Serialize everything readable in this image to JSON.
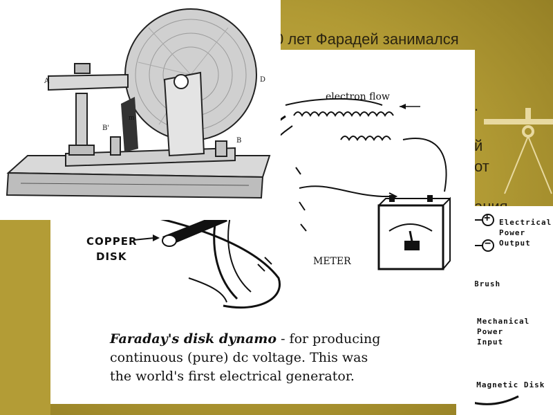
{
  "slide": {
    "title_fragment": "0 лет Фарадей занимался",
    "fragments": [
      ".",
      "й",
      "от",
      "ания"
    ]
  },
  "engraving": {
    "labels": {
      "a": "A",
      "d": "D",
      "m": "m",
      "b_prime": "B'",
      "b": "B"
    }
  },
  "dynamo_diagram": {
    "electron_flow": "electron flow",
    "copper_disk_line1": "COPPER",
    "copper_disk_line2": "DISK",
    "meter": "METER",
    "caption_bold": "Faraday's disk dynamo",
    "caption_rest": " - for producing",
    "caption_line2": "continuous (pure) dc voltage. This was",
    "caption_line3": "the world's first electrical generator."
  },
  "side_diagram": {
    "plus_symbol": "+",
    "minus_symbol": "−",
    "power_output": [
      "Electrical",
      "Power",
      "Output"
    ],
    "brush": "Brush",
    "mechanical_input": [
      "Mechanical",
      "Power",
      "Input"
    ],
    "magnetic_disk": "g Magnetic Disk"
  },
  "colors": {
    "slide_background": "#b09a33",
    "scale_icon": "#e8d9a0"
  }
}
